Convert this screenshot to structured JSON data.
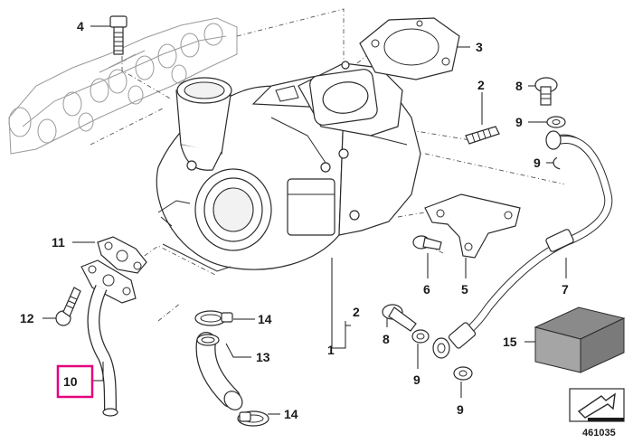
{
  "diagram": {
    "callouts": [
      {
        "id": "4",
        "text": "4"
      },
      {
        "id": "3",
        "text": "3"
      },
      {
        "id": "2a",
        "text": "2"
      },
      {
        "id": "8a",
        "text": "8"
      },
      {
        "id": "9a",
        "text": "9"
      },
      {
        "id": "9b",
        "text": "9"
      },
      {
        "id": "1",
        "text": "1"
      },
      {
        "id": "2b",
        "text": "2"
      },
      {
        "id": "11",
        "text": "11"
      },
      {
        "id": "12",
        "text": "12"
      },
      {
        "id": "10",
        "text": "10"
      },
      {
        "id": "14a",
        "text": "14"
      },
      {
        "id": "13",
        "text": "13"
      },
      {
        "id": "14b",
        "text": "14"
      },
      {
        "id": "6",
        "text": "6"
      },
      {
        "id": "5",
        "text": "5"
      },
      {
        "id": "7",
        "text": "7"
      },
      {
        "id": "8b",
        "text": "8"
      },
      {
        "id": "9c",
        "text": "9"
      },
      {
        "id": "9d",
        "text": "9"
      },
      {
        "id": "15",
        "text": "15"
      }
    ],
    "highlighted_callout": "10",
    "highlight_color": "#e4007c",
    "reference_number": "461035"
  }
}
